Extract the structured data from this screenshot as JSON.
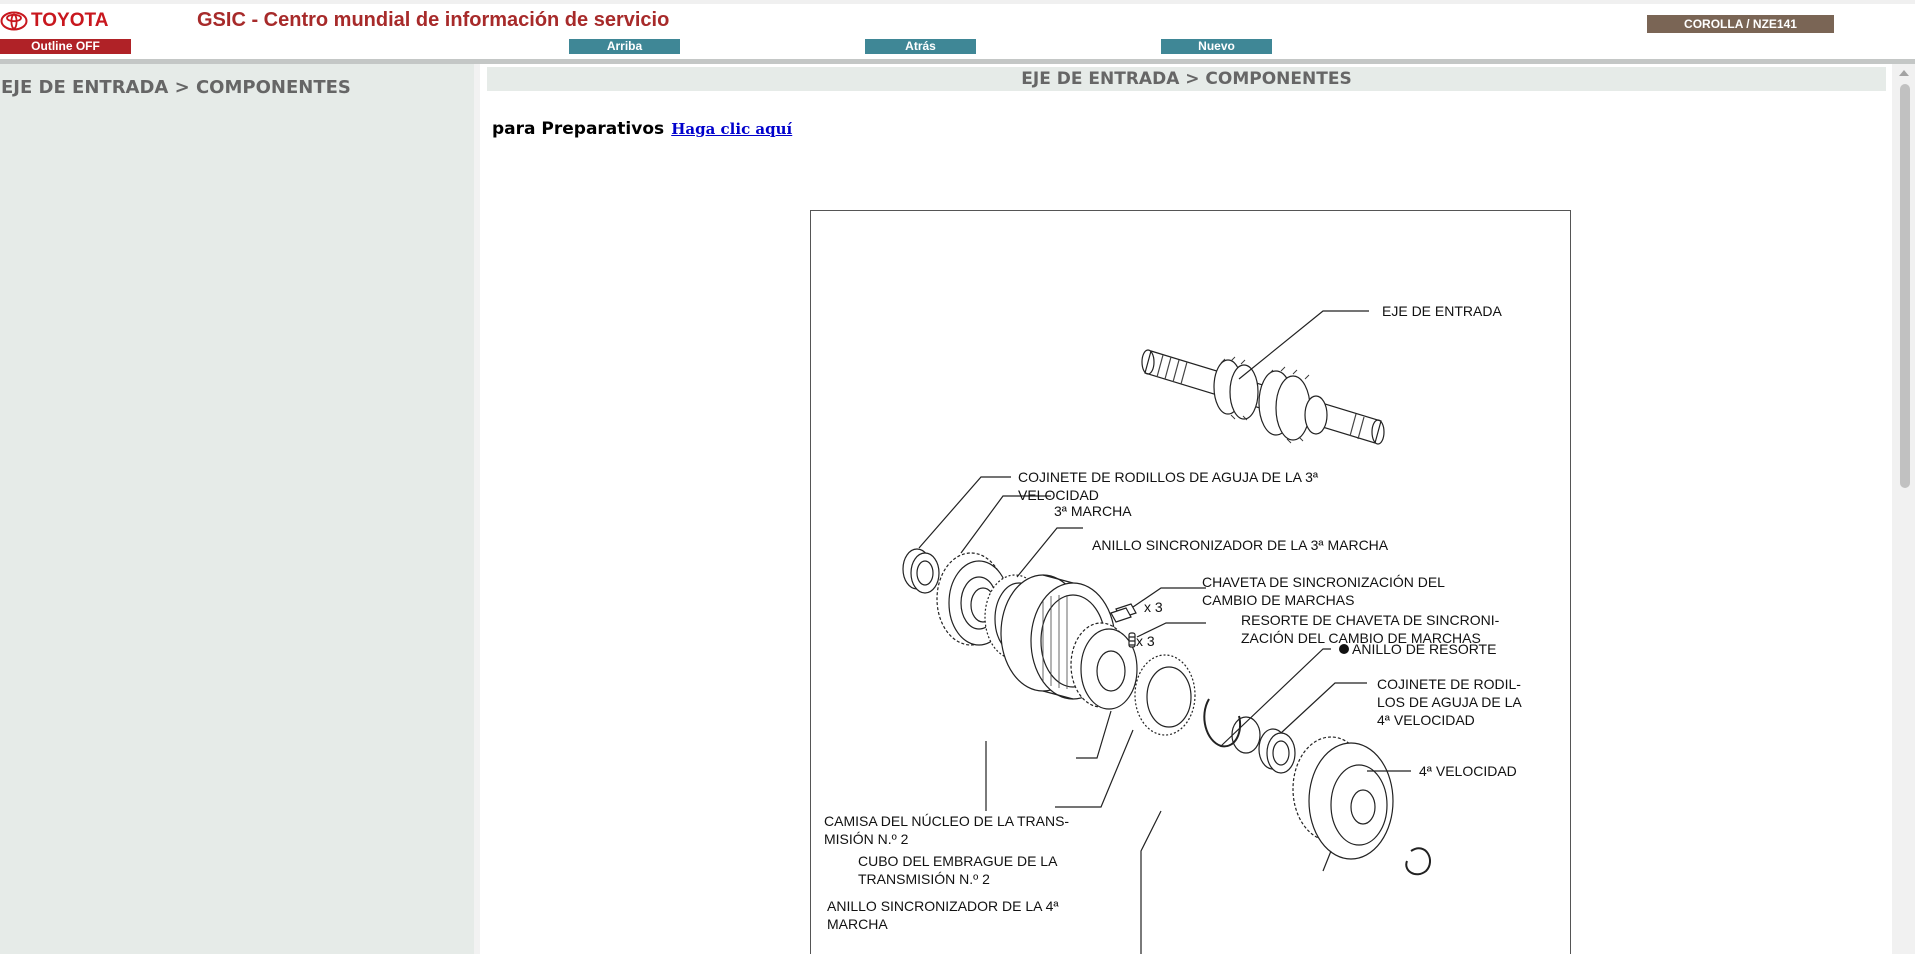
{
  "header": {
    "logo_text": "TOYOTA",
    "app_title": "GSIC - Centro mundial de información de servicio",
    "outline_button": "Outline OFF",
    "nav_buttons": {
      "up": "Arriba",
      "back": "Atrás",
      "new": "Nuevo"
    },
    "vehicle": "COROLLA / NZE141"
  },
  "sidebar": {
    "title": "EJE DE ENTRADA > COMPONENTES"
  },
  "main": {
    "page_title": "EJE DE ENTRADA > COMPONENTES",
    "prep_label": "para Preparativos",
    "prep_link": "Haga clic aquí"
  },
  "figure": {
    "labels": {
      "input_shaft": "EJE DE ENTRADA",
      "needle_bearing_3rd_1": "COJINETE DE RODILLOS DE AGUJA DE LA 3ª",
      "needle_bearing_3rd_2": "VELOCIDAD",
      "gear_3rd": "3ª MARCHA",
      "sync_ring_3rd": "ANILLO SINCRONIZADOR DE LA 3ª MARCHA",
      "shifting_key_1": "CHAVETA DE SINCRONIZACIÓN DEL",
      "shifting_key_2": "CAMBIO DE MARCHAS",
      "key_qty": "x 3",
      "key_spring_1": "RESORTE DE CHAVETA DE SINCRONI-",
      "key_spring_2": "ZACIÓN DEL CAMBIO DE MARCHAS",
      "spring_qty": "x 3",
      "snap_ring": "ANILLO DE RESORTE",
      "needle_bearing_4th_1": "COJINETE DE RODIL-",
      "needle_bearing_4th_2": "LOS DE AGUJA DE LA",
      "needle_bearing_4th_3": "4ª VELOCIDAD",
      "sleeve_1": "CAMISA DEL NÚCLEO DE LA TRANS-",
      "sleeve_2": "MISIÓN N.º 2",
      "hub_1": "CUBO DEL EMBRAGUE DE LA",
      "hub_2": "TRANSMISIÓN N.º 2",
      "gear_4th": "4ª VELOCIDAD",
      "sync_ring_4th_1": "ANILLO SINCRONIZADOR DE LA 4ª",
      "sync_ring_4th_2": "MARCHA"
    }
  }
}
